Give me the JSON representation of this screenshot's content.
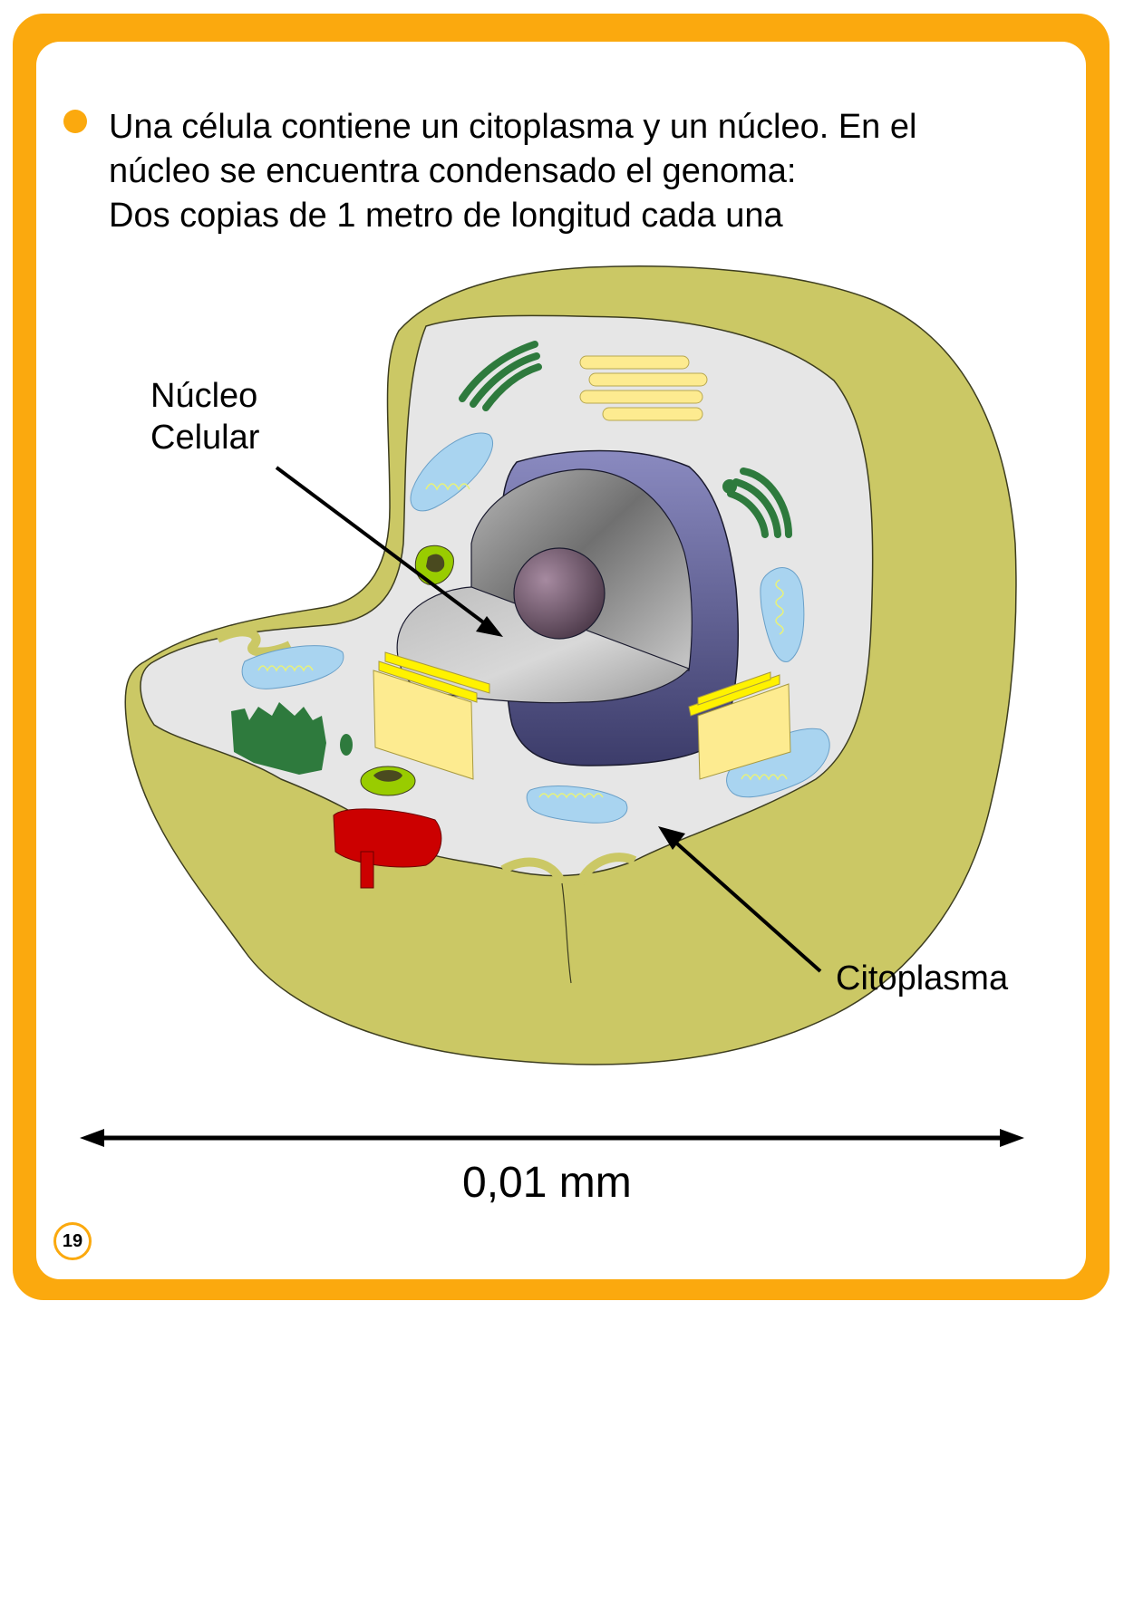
{
  "colors": {
    "frame": "#fba90e",
    "bullet": "#fba90e",
    "cytoplasm_fill": "#e6e6e6",
    "membrane": "#cbc865",
    "nucleus_envelope": "#6c6ca0",
    "nucleolus": "#7f6578",
    "mitochondria": "#a9d4f0",
    "golgi": "#fdeb90",
    "rough_er": "#2b7a2b",
    "vesicle": "#99cc00",
    "red_organelle": "#cc0000"
  },
  "intro": {
    "lines": [
      "Una célula contiene un citoplasma y un núcleo. En el",
      "núcleo se encuentra condensado el genoma:",
      "Dos copias de 1 metro de longitud cada una"
    ]
  },
  "diagram": {
    "labels": {
      "nucleus_line1": "Núcleo",
      "nucleus_line2": "Celular",
      "cytoplasm": "Citoplasma"
    },
    "scale_label": "0,01 mm"
  },
  "page": {
    "number": "19"
  }
}
